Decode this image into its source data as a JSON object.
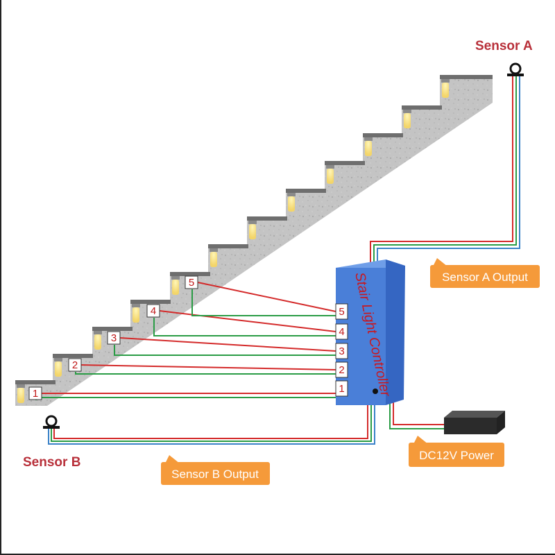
{
  "labels": {
    "sensor_a": "Sensor A",
    "sensor_b": "Sensor B",
    "sensor_a_output": "Sensor A Output",
    "sensor_b_output": "Sensor B Output",
    "power": "DC12V Power",
    "controller": "Stair Light Controller"
  },
  "steps": [
    "1",
    "2",
    "3",
    "4",
    "5"
  ],
  "ports": [
    "5",
    "4",
    "3",
    "2",
    "1"
  ],
  "colors": {
    "wire_red": "#d42a2a",
    "wire_green": "#2a9c45",
    "wire_blue": "#3a82c8",
    "controller": "#4a7fd8",
    "callout": "#f59a3a",
    "sensor_title": "#b8303a"
  },
  "icons": [
    "sensor-a-icon",
    "sensor-b-icon",
    "stair-light-icon",
    "power-supply-icon",
    "controller-indicator-icon"
  ]
}
